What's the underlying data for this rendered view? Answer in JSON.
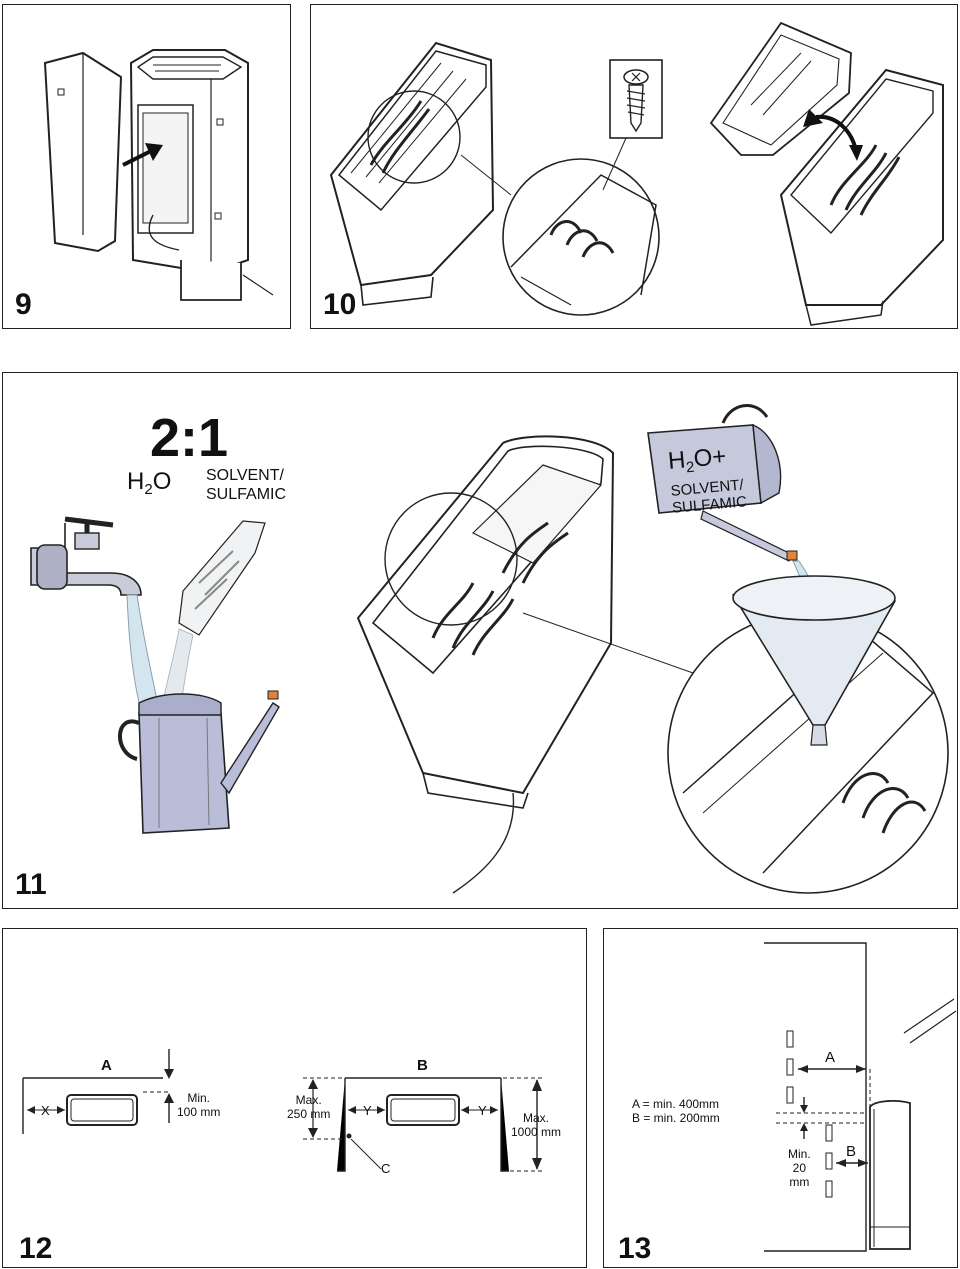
{
  "panels": {
    "p9": {
      "number": "9"
    },
    "p10": {
      "number": "10"
    },
    "p11": {
      "number": "11",
      "ratio": "2:1",
      "water": "H",
      "water_sub": "2",
      "water_tail": "O",
      "solvent_line1": "SOLVENT/",
      "solvent_line2": "SULFAMIC",
      "can_label_h": "H",
      "can_label_sub": "2",
      "can_label_tail": "O+",
      "can_label_line2": "SOLVENT/",
      "can_label_line3": "SULFAMIC"
    },
    "p12": {
      "number": "12",
      "label_a": "A",
      "label_b": "B",
      "label_x": "X",
      "label_y": "Y",
      "label_c": "C",
      "min_line1": "Min.",
      "min_line2": "100 mm",
      "max250_line1": "Max.",
      "max250_line2": "250 mm",
      "max1000_line1": "Max.",
      "max1000_line2": "1000 mm"
    },
    "p13": {
      "number": "13",
      "label_a": "A",
      "label_b": "B",
      "rule_a": "A = min. 400mm",
      "rule_b": "B = min. 200mm",
      "min_line1": "Min.",
      "min_line2": "20",
      "min_line3": "mm"
    }
  },
  "colors": {
    "line": "#222222",
    "can_fill": "#b9bdd8",
    "water": "#cfe3ee",
    "funnel": "#e4eaf2",
    "spout_tip": "#e0833c"
  }
}
